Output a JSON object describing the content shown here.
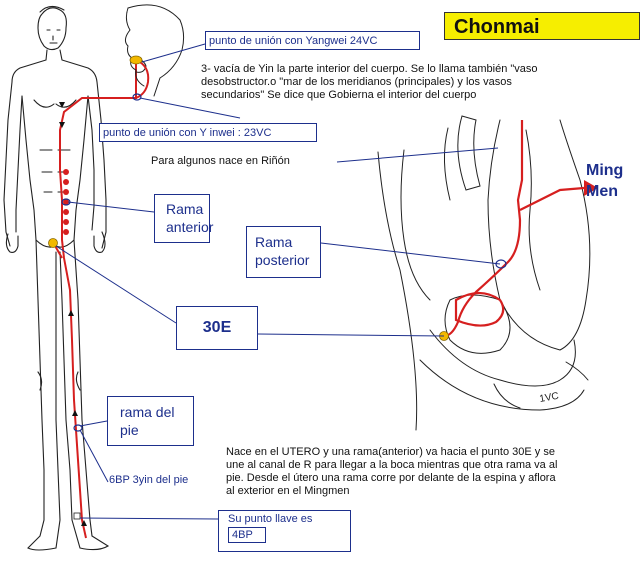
{
  "title": "Chonmai",
  "labels": {
    "yangwei": "punto de unión con Yangwei  24VC",
    "yinwei": "punto de unión con Y inwei  : 23VC",
    "rinon": "Para algunos nace en Riñón",
    "rama_anterior_1": "Rama",
    "rama_anterior_2": "anterior",
    "rama_posterior_1": "Rama",
    "rama_posterior_2": "posterior",
    "e30": "30E",
    "rama_pie_1": "rama del",
    "rama_pie_2": "pie",
    "bp6": "6BP 3yin del pie",
    "ming_1": "Ming",
    "ming_2": "Men",
    "llave_title": "Su punto llave es",
    "llave_value": "4BP",
    "vc_label": "1VC"
  },
  "texts": {
    "intro_1": "3- vacía de Yin la parte interior del cuerpo. Se lo llama también \"vaso",
    "intro_2": "desobstructor.o \"mar de los meridianos (principales) y los vasos",
    "intro_3": "secundarios\" Se dice que Gobierna el interior del cuerpo",
    "bottom_1": "Nace en el UTERO y una rama(anterior) va hacia el punto 30E y se",
    "bottom_2": "une al canal de R para llegar a la boca mientras que otra rama va al",
    "bottom_3": "pie. Desde el útero una rama corre por delante de la espina y aflora",
    "bottom_4": "al exterior en el Mingmen"
  },
  "colors": {
    "meridian": "#d61f1f",
    "label_blue": "#1d2f8c",
    "title_bg": "#f6ee00",
    "point": "#f2b800"
  }
}
